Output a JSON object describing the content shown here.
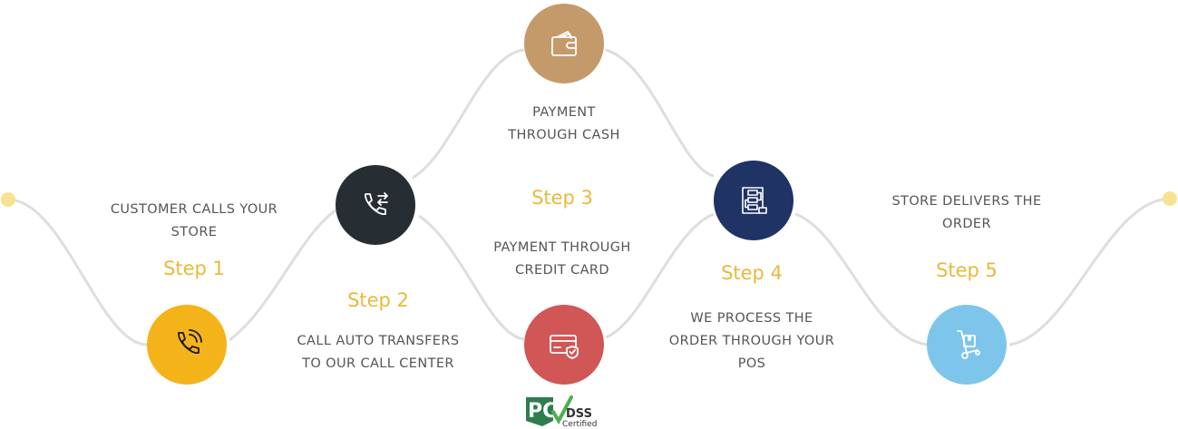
{
  "steps": [
    {
      "label": "Step 1",
      "desc": [
        "CUSTOMER CALLS YOUR",
        "STORE"
      ],
      "color": "#F5B31A",
      "icon": "phone-ringing-icon"
    },
    {
      "label": "Step 2",
      "desc": [
        "CALL AUTO TRANSFERS",
        "TO OUR CALL CENTER"
      ],
      "color": "#262E33",
      "icon": "phone-transfer-icon"
    },
    {
      "label": "Step 3",
      "desc_top": [
        "PAYMENT",
        "THROUGH CASH"
      ],
      "desc_bottom": [
        "PAYMENT THROUGH",
        "CREDIT CARD"
      ],
      "color_top": "#C59A6A",
      "color_bottom": "#D15656",
      "icon_top": "wallet-icon",
      "icon_bottom": "credit-card-shield-icon"
    },
    {
      "label": "Step 4",
      "desc": [
        "WE PROCESS THE",
        "ORDER THROUGH YOUR",
        "POS"
      ],
      "color": "#1F3464",
      "icon": "pos-flowchart-icon"
    },
    {
      "label": "Step 5",
      "desc": [
        "STORE DELIVERS THE",
        "ORDER"
      ],
      "color": "#7EC5EC",
      "icon": "hand-truck-icon"
    }
  ],
  "badge": {
    "pci": "PCI",
    "dss": "DSS",
    "certified": "Certified"
  },
  "colors": {
    "path": "#DEDEDE",
    "step_label": "#E8B93A",
    "endpoint": "#F7E28F"
  }
}
